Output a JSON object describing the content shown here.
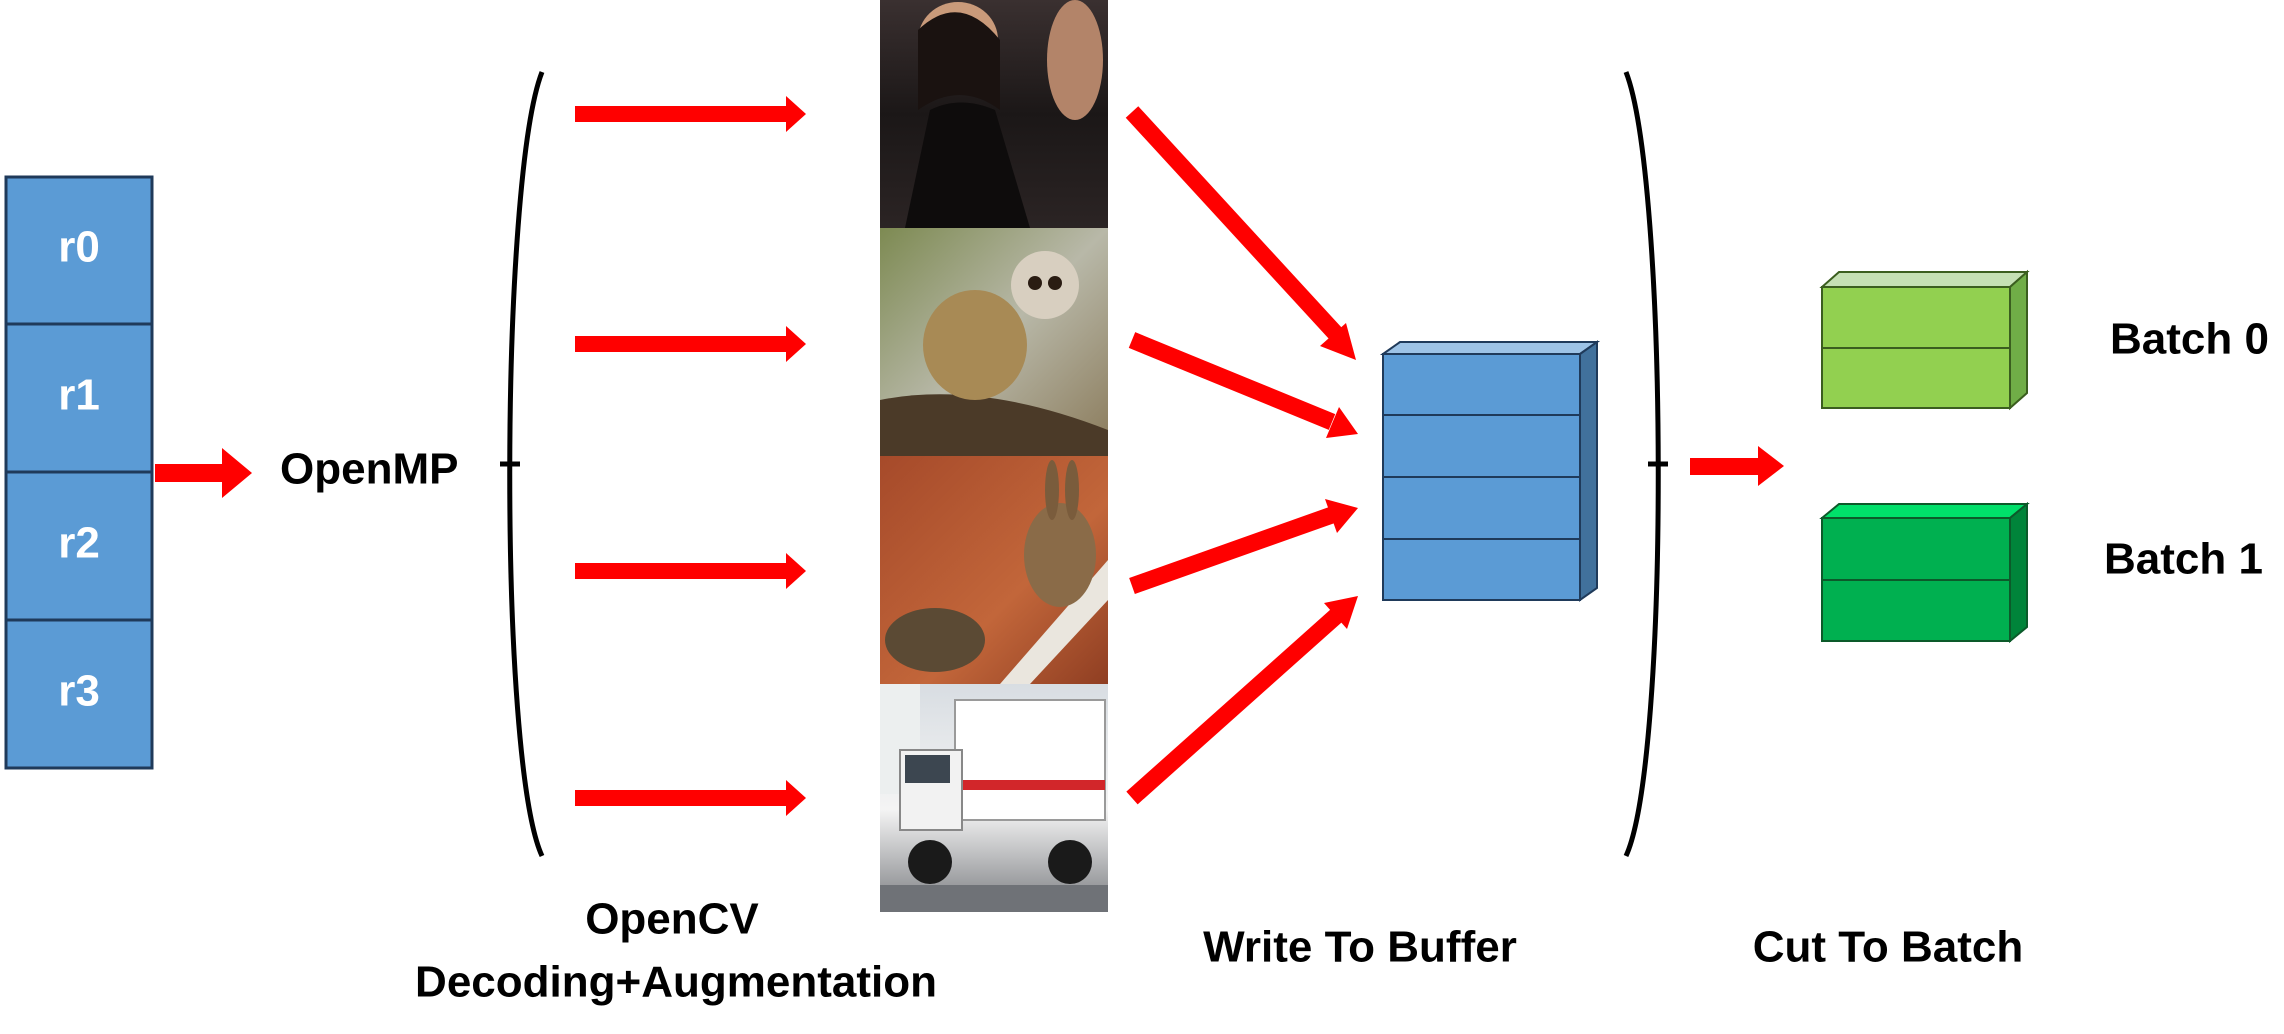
{
  "records": [
    "r0",
    "r1",
    "r2",
    "r3"
  ],
  "labels": {
    "openmp": "OpenMP",
    "opencv_line1": "OpenCV",
    "opencv_line2": "Decoding+Augmentation",
    "write_buffer": "Write To Buffer",
    "cut_batch": "Cut To Batch",
    "batch0": "Batch 0",
    "batch1": "Batch 1"
  },
  "images": [
    "woman-photo",
    "monkey-photo",
    "rabbit-tortoise-photo",
    "ambulance-photo"
  ],
  "colors": {
    "record_fill": "#5B9BD5",
    "arrow": "#FF0000",
    "buffer_fill": "#5B9BD5",
    "batch0_fill": "#92D050",
    "batch1_fill": "#00B050"
  }
}
